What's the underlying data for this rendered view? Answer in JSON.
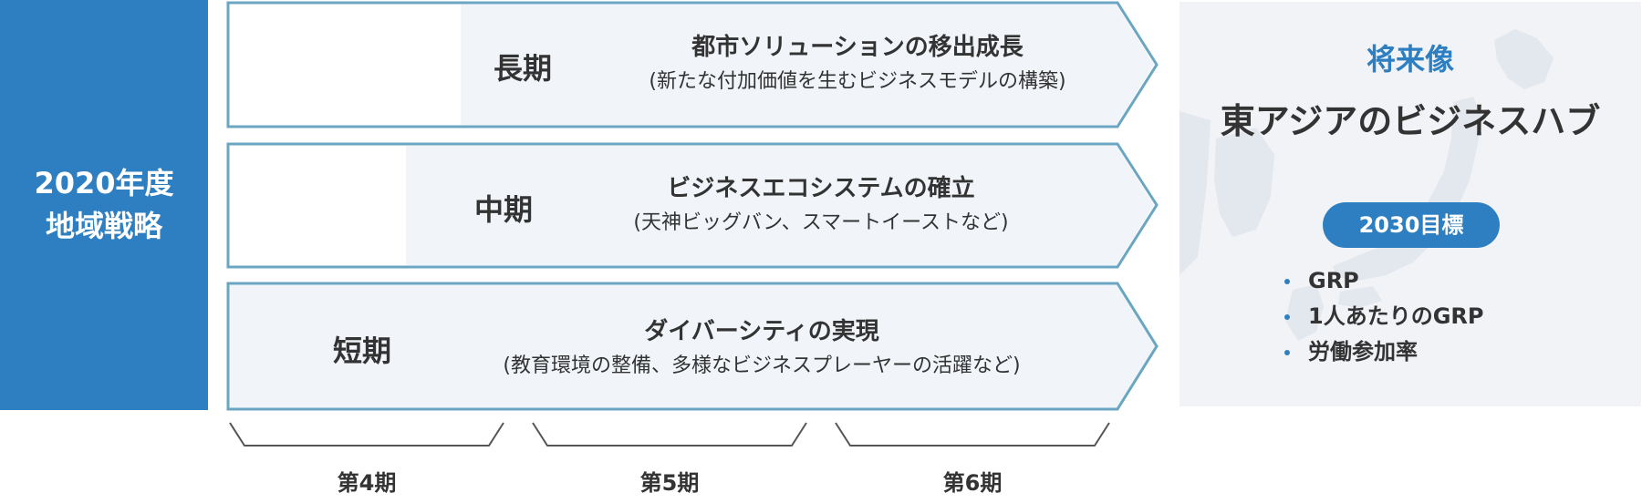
{
  "colors": {
    "accent": "#2e7fc1",
    "arrow_border": "#6aa6c2",
    "arrow_fill": "#f1f5fa",
    "panel_bg": "#f1f3f7",
    "text": "#333333"
  },
  "left_panel": {
    "line1": "2020年度",
    "line2": "地域戦略"
  },
  "terms": [
    {
      "term": "長期",
      "title": "都市ソリューションの移出成長",
      "subtitle": "(新たな付加価値を生むビジネスモデルの構築)"
    },
    {
      "term": "中期",
      "title": "ビジネスエコシステムの確立",
      "subtitle": "(天神ビッグバン、スマートイーストなど)"
    },
    {
      "term": "短期",
      "title": "ダイバーシティの実現",
      "subtitle": "(教育環境の整備、多様なビジネスプレーヤーの活躍など)"
    }
  ],
  "periods": [
    "第4期",
    "第5期",
    "第6期"
  ],
  "future": {
    "title": "将来像",
    "vision": "東アジアのビジネスハブ",
    "goal_badge": "2030目標",
    "goals": [
      "GRP",
      "1人あたりのGRP",
      "労働参加率"
    ],
    "map_icon": "japan-map-icon"
  }
}
